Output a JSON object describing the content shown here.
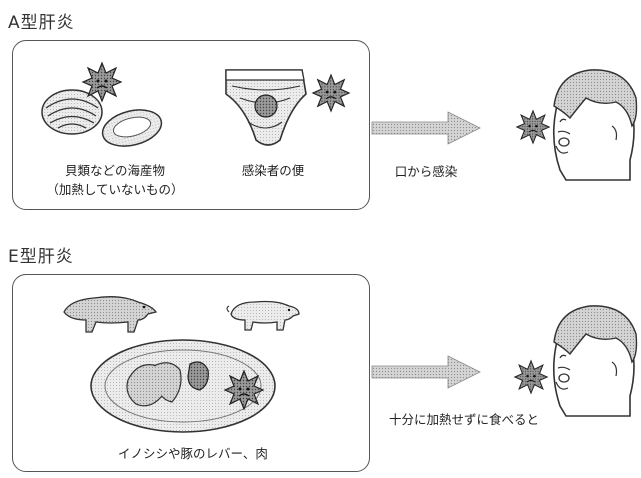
{
  "section_a": {
    "title": "A型肝炎",
    "source1_label_line1": "貝類などの海産物",
    "source1_label_line2": "（加熱していないもの）",
    "source2_label": "感染者の便",
    "route_label": "口から感染"
  },
  "section_e": {
    "title": "E型肝炎",
    "source_label": "イノシシや豚のレバー、肉",
    "route_label": "十分に加熱せずに食べると"
  }
}
